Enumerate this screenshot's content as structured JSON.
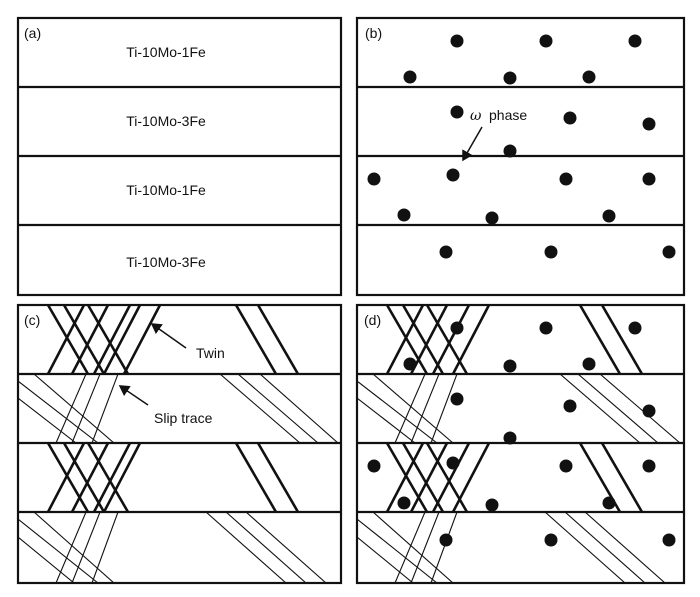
{
  "panels": {
    "a": {
      "label": "(a)",
      "layers": [
        "Ti-10Mo-1Fe",
        "Ti-10Mo-3Fe",
        "Ti-10Mo-1Fe",
        "Ti-10Mo-3Fe"
      ]
    },
    "b": {
      "label": "(b)",
      "annotation": {
        "symbol": "ω",
        "text": "phase"
      }
    },
    "c": {
      "label": "(c)",
      "annotations": [
        "Twin",
        "Slip trace"
      ]
    },
    "d": {
      "label": "(d)"
    }
  },
  "colors": {
    "stroke": "#111111",
    "background": "#ffffff"
  }
}
